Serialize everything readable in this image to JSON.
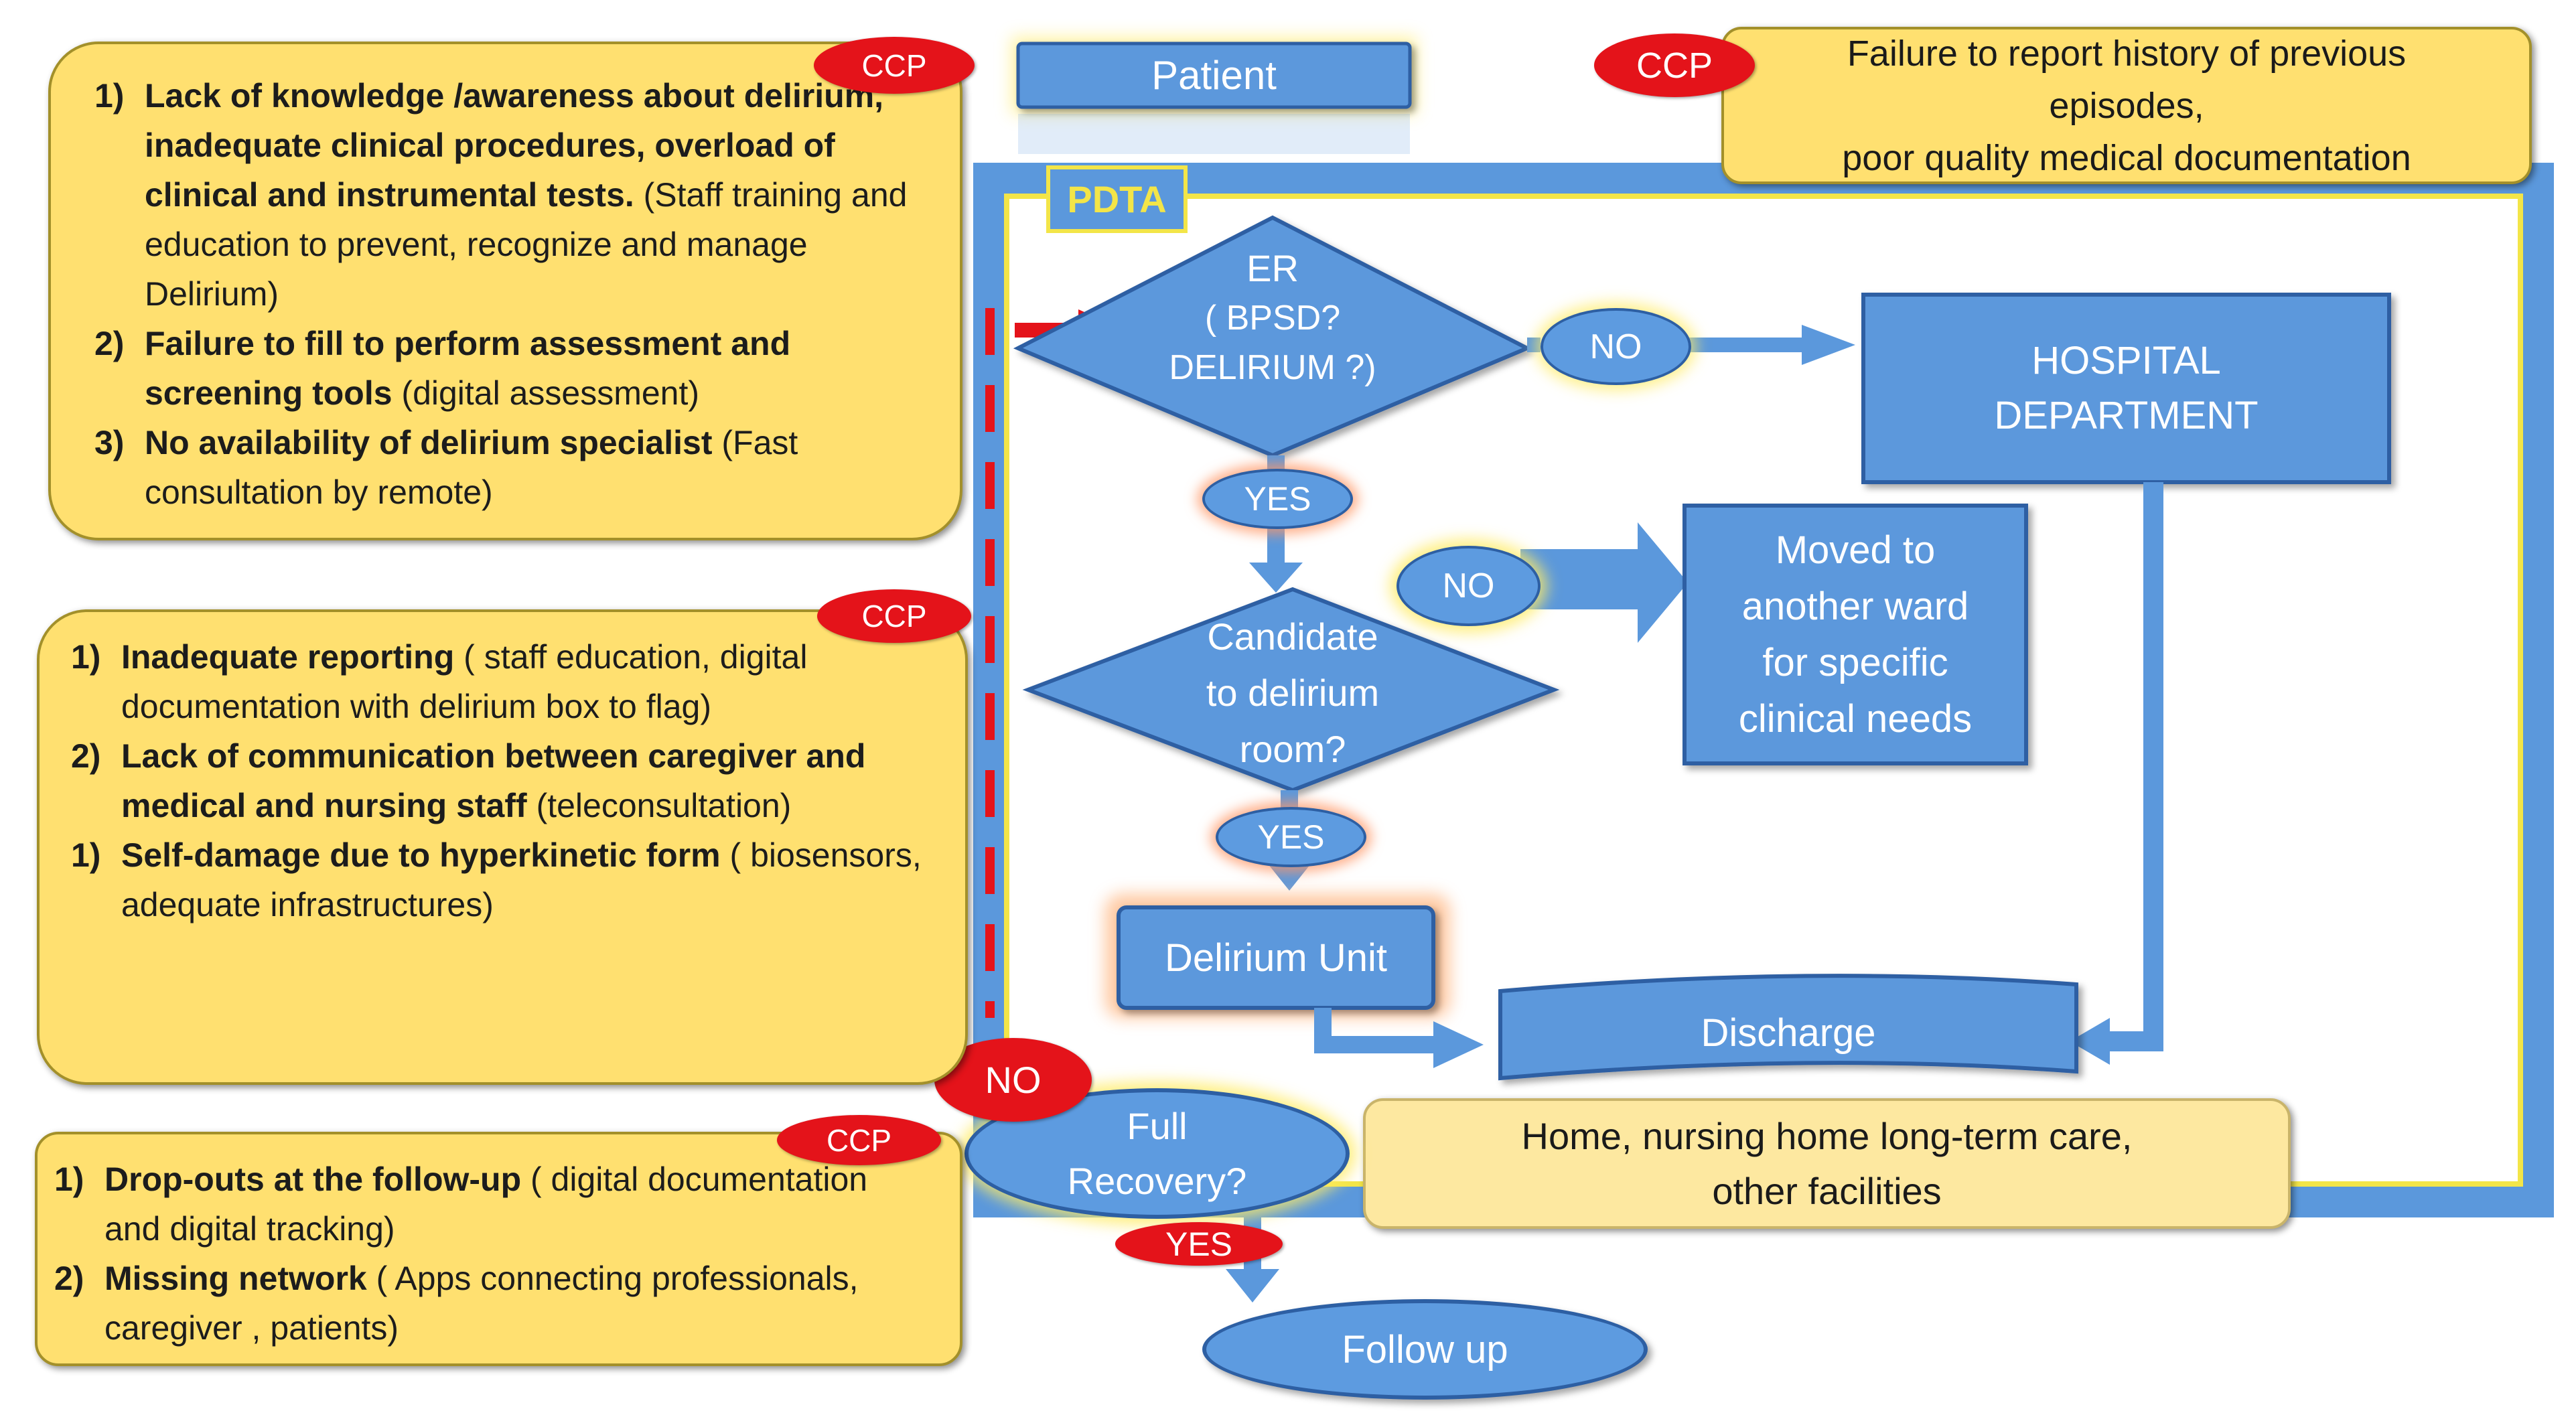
{
  "patient": "Patient",
  "pdta": "PDTA",
  "ccp": "CCP",
  "top_right_note": [
    "Failure to report history of previous",
    "episodes,",
    "poor quality medical documentation"
  ],
  "er": {
    "line1": "ER",
    "line2": "( BPSD?",
    "line3": "DELIRIUM ?)"
  },
  "no": "NO",
  "yes": "YES",
  "hospital_department": [
    "HOSPITAL",
    "DEPARTMENT"
  ],
  "candidate": [
    "Candidate",
    "to delirium",
    "room?"
  ],
  "moved": [
    "Moved to",
    "another ward",
    "for specific",
    "clinical needs"
  ],
  "delirium_unit": "Delirium Unit",
  "discharge": "Discharge",
  "full_recovery": [
    "Full",
    "Recovery?"
  ],
  "home": [
    "Home, nursing home long-term care,",
    "other facilities"
  ],
  "follow_up": "Follow up",
  "note1": [
    {
      "n": "1)",
      "bold": "Lack of knowledge /awareness about delirium, inadequate clinical procedures, overload of clinical and instrumental tests.",
      "rest": " (Staff training  and education to prevent, recognize and manage Delirium)"
    },
    {
      "n": "2)",
      "bold": "Failure to fill to perform assessment and screening tools",
      "rest": " (digital assessment)"
    },
    {
      "n": "3)",
      "bold": "No availability of delirium specialist",
      "rest": " (Fast consultation by remote)"
    }
  ],
  "note2": [
    {
      "n": "1)",
      "bold": "Inadequate reporting",
      "rest": " ( staff education, digital documentation with delirium box to flag)"
    },
    {
      "n": "2)",
      "bold": "Lack of communication between caregiver and medical and nursing staff",
      "rest": " (teleconsultation)"
    },
    {
      "n": "1)",
      "bold": "Self-damage due to hyperkinetic form",
      "rest": " ( biosensors, adequate  infrastructures)"
    }
  ],
  "note3": [
    {
      "n": "1)",
      "bold": "Drop-outs at the follow-up",
      "rest": " ( digital documentation and digital tracking)"
    },
    {
      "n": "2)",
      "bold": "Missing network",
      "rest": " ( Apps connecting professionals, caregiver , patients)"
    }
  ],
  "colors": {
    "blue": "#5b98dc",
    "dark_blue": "#2d5fa3",
    "yellow": "#ffe070",
    "red": "#e4131a",
    "frame_yellow": "#f3e548"
  }
}
